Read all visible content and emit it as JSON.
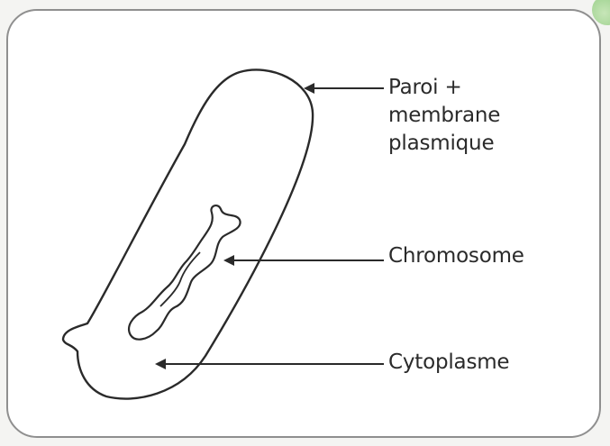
{
  "labels": {
    "wall": "Paroi + membrane plasmique",
    "chromosome": "Chromosome",
    "cytoplasm": "Cytoplasme"
  },
  "colors": {
    "stroke": "#2a2a2a",
    "card_border": "#8f8f8f",
    "corner_accent": "#a9d79a"
  }
}
